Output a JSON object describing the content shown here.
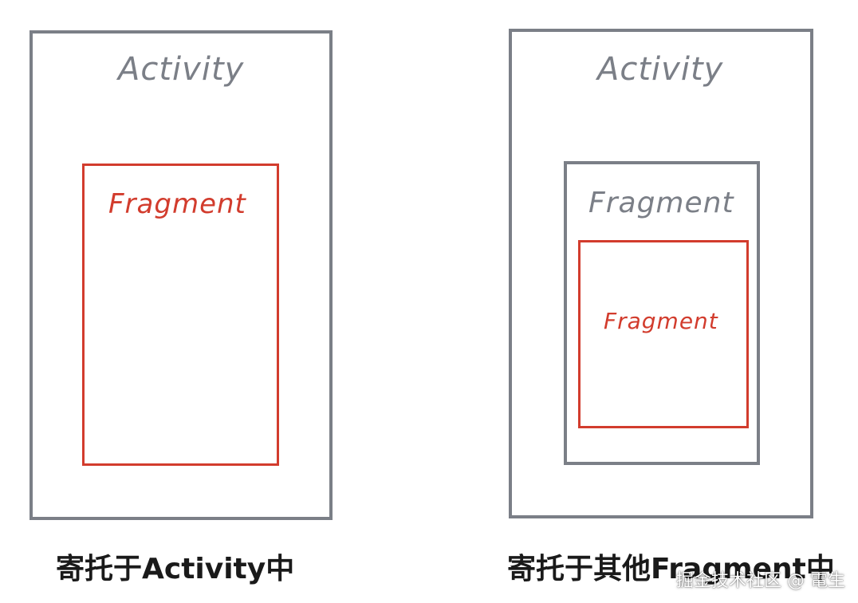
{
  "left": {
    "activity_label": "Activity",
    "fragment_label": "Fragment",
    "caption": "寄托于Activity中"
  },
  "right": {
    "activity_label": "Activity",
    "outer_fragment_label": "Fragment",
    "inner_fragment_label": "Fragment",
    "caption": "寄托于其他Fragment中"
  },
  "watermark": "掘金技术社区 @ 電生",
  "colors": {
    "activity_border": "#7b7f87",
    "fragment_border": "#d23c2d",
    "caption_text": "#1a1a1a"
  }
}
